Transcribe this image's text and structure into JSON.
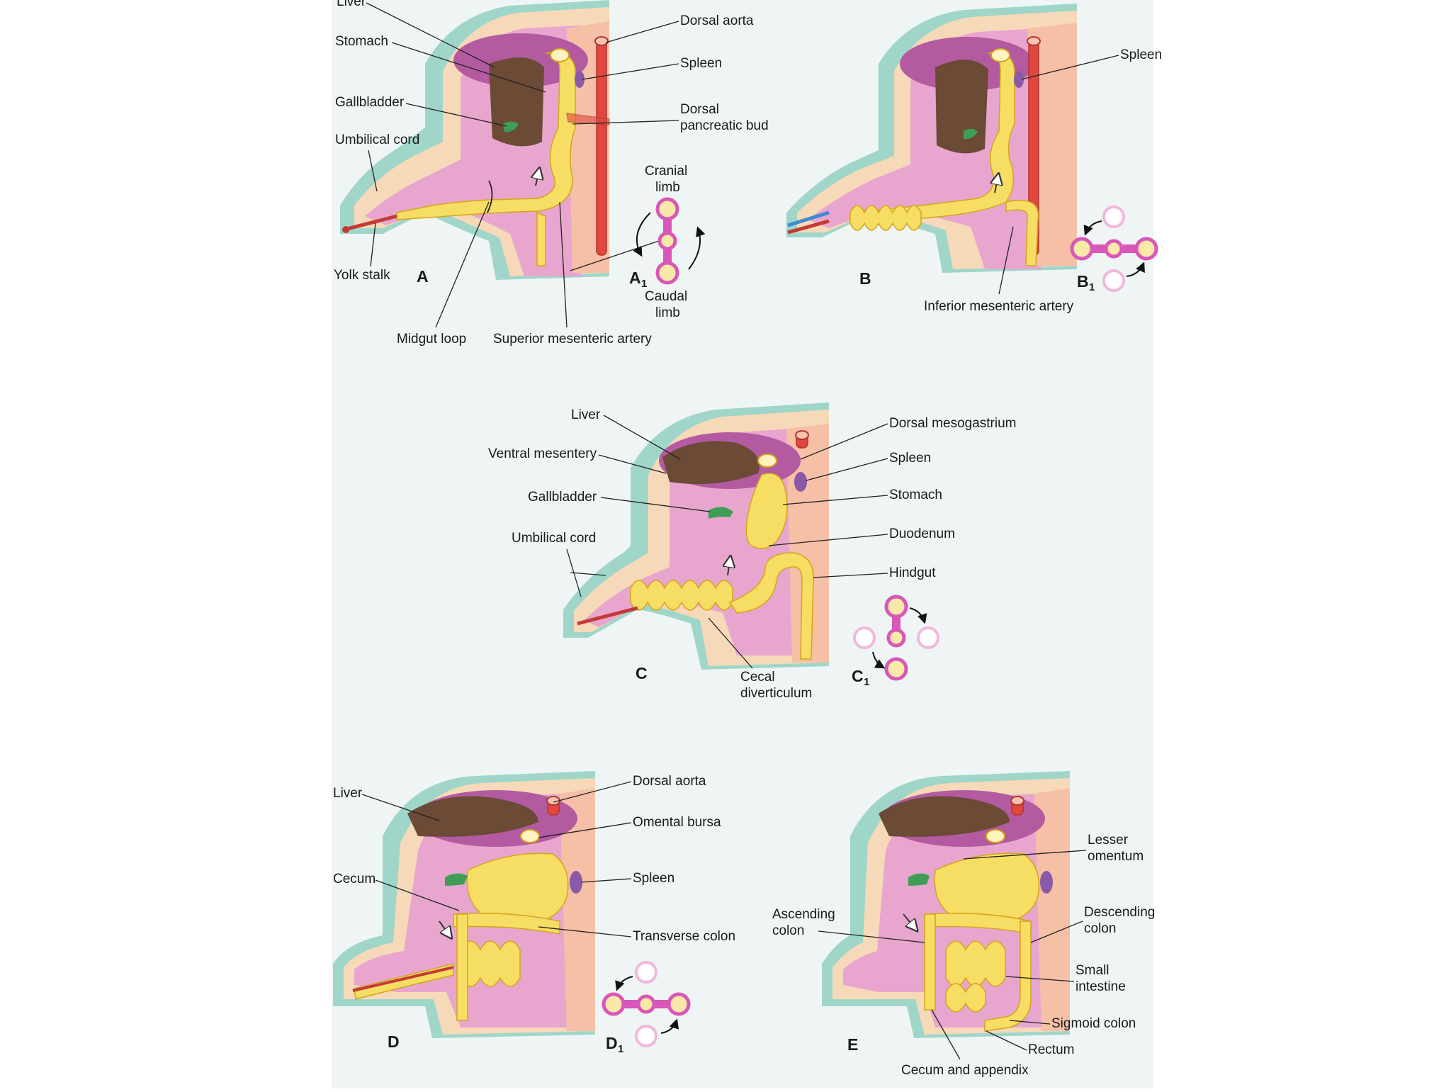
{
  "colors": {
    "page_bg": "#eef5f4",
    "skin_outer": "#f6d9b8",
    "skin_teal": "#9fd6c9",
    "cavity": "#e8a6cf",
    "cavity_deep": "#b35aa0",
    "dorsal": "#f5c0a6",
    "liver": "#6b4a36",
    "gut": "#f6dd63",
    "gut_edge": "#d4a51a",
    "aorta": "#e0473f",
    "spleen": "#8a5aa8",
    "gallbladder": "#3f9e56",
    "rotation_ring": "#d957b8"
  },
  "panel_A": {
    "labels": [
      "Liver",
      "Stomach",
      "Gallbladder",
      "Umbilical cord",
      "Yolk stalk",
      "Midgut loop",
      "Superior mesenteric artery",
      "Dorsal aorta",
      "Spleen",
      "Dorsal",
      "pancreatic bud"
    ],
    "letter": "A",
    "sub_letter": "A",
    "sub_index": "1",
    "sub_labels": [
      "Cranial",
      "limb",
      "Caudal",
      "limb"
    ]
  },
  "panel_B": {
    "labels": [
      "Spleen",
      "Inferior mesenteric artery"
    ],
    "letter": "B",
    "sub_letter": "B",
    "sub_index": "1"
  },
  "panel_C": {
    "labels": [
      "Liver",
      "Ventral mesentery",
      "Gallbladder",
      "Umbilical cord",
      "Dorsal mesogastrium",
      "Spleen",
      "Stomach",
      "Duodenum",
      "Hindgut",
      "Cecal",
      "diverticulum"
    ],
    "letter": "C",
    "sub_letter": "C",
    "sub_index": "1"
  },
  "panel_D": {
    "labels": [
      "Liver",
      "Cecum",
      "Dorsal aorta",
      "Omental bursa",
      "Spleen",
      "Transverse colon"
    ],
    "letter": "D",
    "sub_letter": "D",
    "sub_index": "1"
  },
  "panel_E": {
    "labels": [
      "Lesser",
      "omentum",
      "Ascending",
      "colon",
      "Descending",
      "colon",
      "Small",
      "intestine",
      "Sigmoid colon",
      "Rectum",
      "Cecum and appendix"
    ],
    "letter": "E"
  }
}
